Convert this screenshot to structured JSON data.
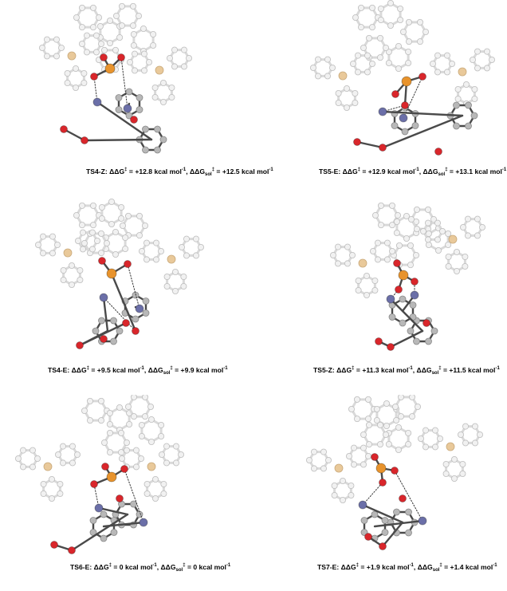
{
  "figure": {
    "panels": [
      {
        "id": "TS4-Z",
        "label": "TS4-Z",
        "stereo": "Z",
        "prefix": "TS4",
        "ddg": "+12.8",
        "ddg_sol": "+12.5",
        "unit": "kcal mol",
        "exp": "-1"
      },
      {
        "id": "TS5-E",
        "label": "TS5-E",
        "stereo": "E",
        "prefix": "TS5",
        "ddg": "+12.9",
        "ddg_sol": "+13.1",
        "unit": "kcal mol",
        "exp": "-1"
      },
      {
        "id": "TS4-E",
        "label": "TS4-E",
        "stereo": "E",
        "prefix": "TS4",
        "ddg": "+9.5",
        "ddg_sol": "+9.9",
        "unit": "kcal mol",
        "exp": "-1"
      },
      {
        "id": "TS5-Z",
        "label": "TS5-Z",
        "stereo": "Z",
        "prefix": "TS5",
        "ddg": "+11.3",
        "ddg_sol": "+11.5",
        "unit": "kcal mol",
        "exp": "-1"
      },
      {
        "id": "TS6-E",
        "label": "TS6-E",
        "stereo": "E",
        "prefix": "TS6",
        "ddg": "0",
        "ddg_sol": "0",
        "unit": "kcal mol",
        "exp": "-1"
      },
      {
        "id": "TS7-E",
        "label": "TS7-E",
        "stereo": "E",
        "prefix": "TS7",
        "ddg": "+1.9",
        "ddg_sol": "+1.4",
        "unit": "kcal mol",
        "exp": "-1"
      }
    ],
    "symbols": {
      "delta": "ΔΔG",
      "dagger": "‡",
      "sol": "sol",
      "sep": ": ",
      "eq": " = ",
      "comma": ", "
    },
    "colors": {
      "carbon": "#b8b8b8",
      "oxygen": "#d9262b",
      "phosphorus": "#e8932c",
      "nitrogen": "#6b6fa8",
      "silicon": "#e9c99a",
      "bond": "#4a4a4a",
      "faded": "#d9d9d9",
      "faded_stroke": "#bdbdbd"
    }
  }
}
